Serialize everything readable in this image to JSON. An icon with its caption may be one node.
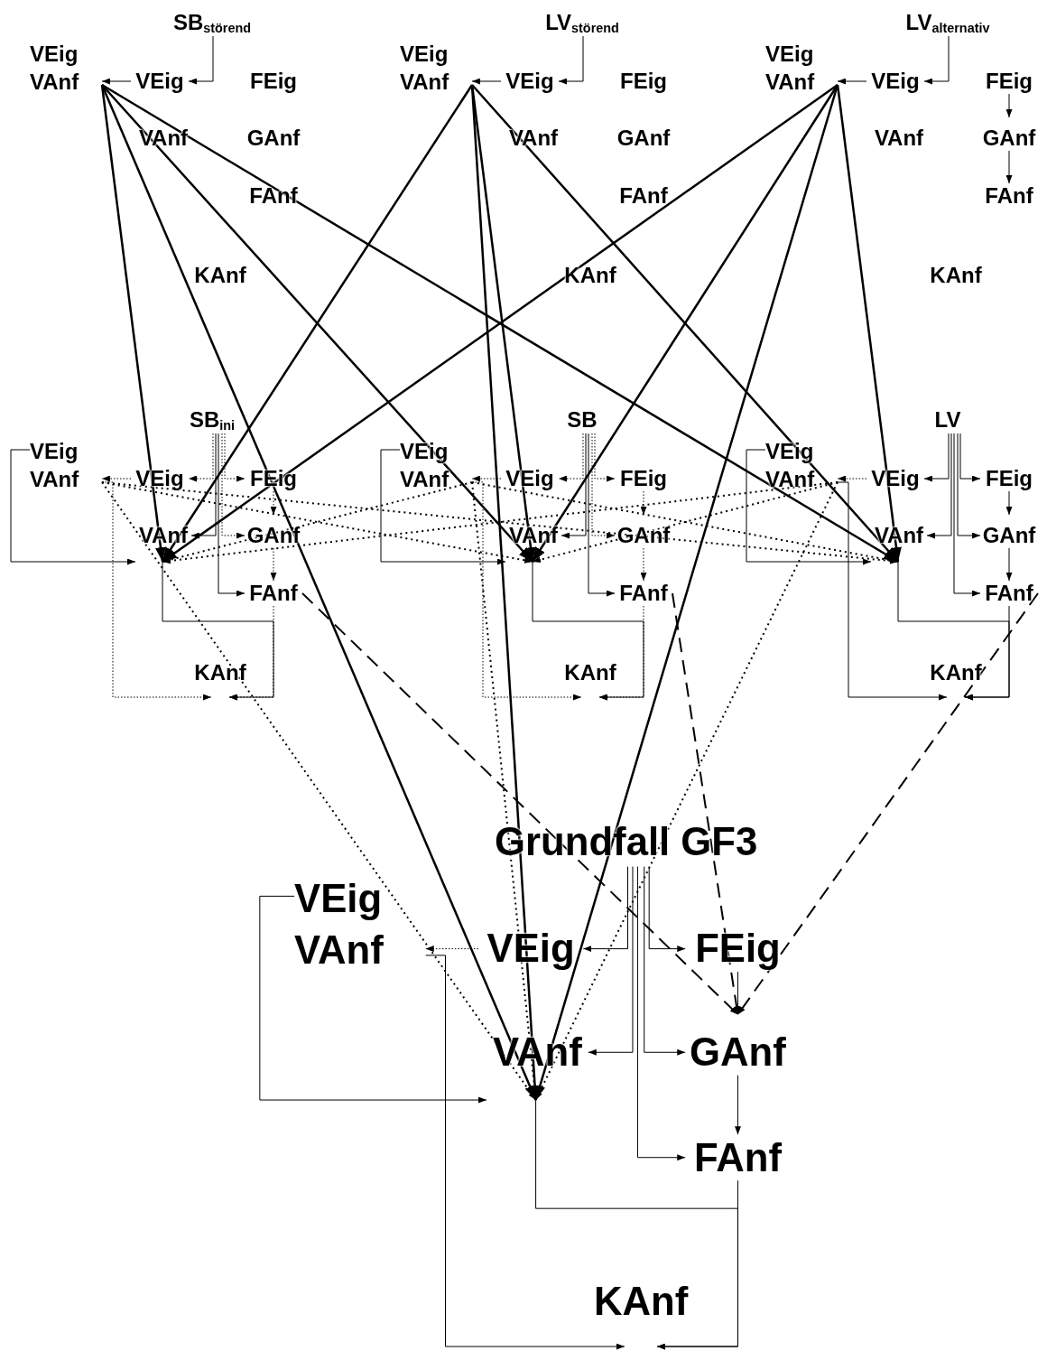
{
  "diagram": {
    "nodes": [
      {
        "text": [
          "SB$_{störend}$"
        ]
      },
      {
        "text": [
          "VEig VAnf"
        ]
      },
      {
        "text": [
          "VEig"
        ]
      },
      {
        "text": [
          "FEig"
        ]
      },
      {
        "text": [
          "VAnf"
        ]
      },
      {
        "text": [
          "GAnf"
        ]
      },
      {
        "text": [
          "FAnf"
        ]
      },
      {
        "text": [
          "KAnf"
        ]
      },
      {
        "text": [
          "LV$_{störend}$"
        ]
      },
      {
        "text": [
          "VEig VAnf"
        ]
      },
      {
        "text": [
          "VEig"
        ]
      },
      {
        "text": [
          "FEig"
        ]
      },
      {
        "text": [
          "VAnf"
        ]
      },
      {
        "text": [
          "GAnf"
        ]
      },
      {
        "text": [
          "FAnf"
        ]
      },
      {
        "text": [
          "KAnf"
        ]
      },
      {
        "text": [
          "LV$_{alternativ}$"
        ]
      },
      {
        "text": [
          "VEig VAnf"
        ]
      },
      {
        "text": [
          "VEig"
        ]
      },
      {
        "text": [
          "FEig"
        ]
      },
      {
        "text": [
          "VAnf"
        ]
      },
      {
        "text": [
          "GAnf"
        ]
      },
      {
        "text": [
          "FAnf"
        ]
      },
      {
        "text": [
          "KAnf"
        ]
      },
      {
        "text": [
          "SB$_{ini}$"
        ]
      },
      {
        "text": [
          "VEig VAnf"
        ]
      },
      {
        "text": [
          "VEig"
        ]
      },
      {
        "text": [
          "FEig"
        ]
      },
      {
        "text": [
          "VAnf"
        ]
      },
      {
        "text": [
          "GAnf"
        ]
      },
      {
        "text": [
          "FAnf"
        ]
      },
      {
        "text": [
          "KAnf"
        ]
      },
      {
        "text": [
          "SB"
        ]
      },
      {
        "text": [
          "VEig VAnf"
        ]
      },
      {
        "text": [
          "VEig"
        ]
      },
      {
        "text": [
          "FEig"
        ]
      },
      {
        "text": [
          "VAnf"
        ]
      },
      {
        "text": [
          "GAnf"
        ]
      },
      {
        "text": [
          "FAnf"
        ]
      },
      {
        "text": [
          "KAnf"
        ]
      },
      {
        "text": [
          "LV"
        ]
      },
      {
        "text": [
          "VEig VAnf"
        ]
      },
      {
        "text": [
          "VEig"
        ]
      },
      {
        "text": [
          "FEig"
        ]
      },
      {
        "text": [
          "VAnf"
        ]
      },
      {
        "text": [
          "GAnf"
        ]
      },
      {
        "text": [
          "FAnf"
        ]
      },
      {
        "text": [
          "KAnf"
        ]
      },
      {
        "text": [
          "Grundfall GF3"
        ]
      },
      {
        "text": [
          "VEig VAnf"
        ]
      },
      {
        "text": [
          "VEig"
        ]
      },
      {
        "text": [
          "FEig"
        ]
      },
      {
        "text": [
          "VAnf"
        ]
      },
      {
        "text": [
          "GAnf"
        ]
      },
      {
        "text": [
          "FAnf"
        ]
      },
      {
        "text": [
          "KAnf"
        ]
      }
    ],
    "edges": [
      {
        "from": 0,
        "to": 2,
        "arrow": "to"
      },
      {
        "from": 2,
        "to": 1,
        "arrow": "to"
      },
      {
        "from": 8,
        "to": 10,
        "arrow": "to"
      },
      {
        "from": 10,
        "to": 9,
        "arrow": "to"
      },
      {
        "from": 16,
        "to": 18,
        "arrow": "to"
      },
      {
        "from": 18,
        "to": 17,
        "arrow": "to"
      },
      {
        "from": 19,
        "to": 21,
        "arrow": "to"
      },
      {
        "from": 21,
        "to": 22,
        "arrow": "to"
      },
      {
        "from": 24,
        "to": 26,
        "arrow": "to",
        "style": "dashed"
      },
      {
        "from": 24,
        "to": 27,
        "arrow": "to",
        "style": "dashed"
      },
      {
        "from": 24,
        "to": 28,
        "arrow": "to"
      },
      {
        "from": 24,
        "to": 29,
        "arrow": "to",
        "style": "dashed"
      },
      {
        "from": 24,
        "to": 30,
        "arrow": "to"
      },
      {
        "from": 26,
        "to": 25,
        "arrow": "to",
        "style": "dashed"
      },
      {
        "from": 25,
        "to": 28,
        "arrow": "to"
      },
      {
        "from": 25,
        "to": 31,
        "arrow": "to",
        "style": "dashed"
      },
      {
        "from": 30,
        "to": 31,
        "arrow": "to",
        "style": "dashed"
      },
      {
        "from": 28,
        "to": 31,
        "arrow": "to"
      },
      {
        "from": 27,
        "to": 29,
        "arrow": "to",
        "style": "dashed"
      },
      {
        "from": 29,
        "to": 30,
        "arrow": "to",
        "style": "dashed"
      },
      {
        "from": 32,
        "to": 34,
        "arrow": "to",
        "style": "dashed"
      },
      {
        "from": 32,
        "to": 35,
        "arrow": "to",
        "style": "dashed"
      },
      {
        "from": 32,
        "to": 36,
        "arrow": "to"
      },
      {
        "from": 32,
        "to": 37,
        "arrow": "to",
        "style": "dashed"
      },
      {
        "from": 32,
        "to": 38,
        "arrow": "to"
      },
      {
        "from": 34,
        "to": 33,
        "arrow": "to",
        "style": "dashed"
      },
      {
        "from": 33,
        "to": 36,
        "arrow": "to"
      },
      {
        "from": 33,
        "to": 39,
        "arrow": "to",
        "style": "dashed"
      },
      {
        "from": 38,
        "to": 39,
        "arrow": "to",
        "style": "dashed"
      },
      {
        "from": 36,
        "to": 39,
        "arrow": "to"
      },
      {
        "from": 35,
        "to": 37,
        "arrow": "to",
        "style": "dashed"
      },
      {
        "from": 37,
        "to": 38,
        "arrow": "to",
        "style": "dashed"
      },
      {
        "from": 40,
        "to": 42,
        "arrow": "to"
      },
      {
        "from": 40,
        "to": 43,
        "arrow": "to"
      },
      {
        "from": 40,
        "to": 44,
        "arrow": "to"
      },
      {
        "from": 40,
        "to": 45,
        "arrow": "to"
      },
      {
        "from": 40,
        "to": 46,
        "arrow": "to"
      },
      {
        "from": 42,
        "to": 41,
        "arrow": "to",
        "style": "dashed"
      },
      {
        "from": 41,
        "to": 44,
        "arrow": "to"
      },
      {
        "from": 41,
        "to": 47,
        "arrow": "to"
      },
      {
        "from": 46,
        "to": 47,
        "arrow": "to"
      },
      {
        "from": 44,
        "to": 47,
        "arrow": "to"
      },
      {
        "from": 43,
        "to": 45,
        "arrow": "to"
      },
      {
        "from": 45,
        "to": 46,
        "arrow": "to"
      },
      {
        "from": 48,
        "to": 50,
        "arrow": "to"
      },
      {
        "from": 48,
        "to": 51,
        "arrow": "to"
      },
      {
        "from": 48,
        "to": 52,
        "arrow": "to"
      },
      {
        "from": 48,
        "to": 53,
        "arrow": "to"
      },
      {
        "from": 48,
        "to": 54,
        "arrow": "to"
      },
      {
        "from": 50,
        "to": 49,
        "arrow": "to",
        "style": "dashed"
      },
      {
        "from": 49,
        "to": 52,
        "arrow": "to"
      },
      {
        "from": 49,
        "to": 55,
        "arrow": "to"
      },
      {
        "from": 54,
        "to": 55,
        "arrow": "to"
      },
      {
        "from": 52,
        "to": 55,
        "arrow": "to"
      },
      {
        "from": 51,
        "to": 53,
        "arrow": "to"
      },
      {
        "from": 53,
        "to": 54,
        "arrow": "to"
      },
      {
        "from": 1,
        "to": 28,
        "arrow": "to"
      },
      {
        "from": 1,
        "to": 52,
        "arrow": "to"
      },
      {
        "from": 1,
        "to": 36,
        "arrow": "to"
      },
      {
        "from": 1,
        "to": 44,
        "arrow": "to"
      },
      {
        "from": 9,
        "to": 28,
        "arrow": "to"
      },
      {
        "from": 9,
        "to": 36,
        "arrow": "to"
      },
      {
        "from": 9,
        "to": 52,
        "arrow": "to"
      },
      {
        "from": 9,
        "to": 44,
        "arrow": "to"
      },
      {
        "from": 17,
        "to": 28,
        "arrow": "to"
      },
      {
        "from": 17,
        "to": 36,
        "arrow": "to"
      },
      {
        "from": 17,
        "to": 52,
        "arrow": "to"
      },
      {
        "from": 17,
        "to": 44,
        "arrow": "to"
      },
      {
        "from": 25,
        "to": 36,
        "arrow": "to",
        "style": "dashed"
      },
      {
        "from": 25,
        "to": 44,
        "arrow": "to",
        "style": "dashed"
      },
      {
        "from": 25,
        "to": 52,
        "arrow": "to",
        "style": "dashed"
      },
      {
        "from": 33,
        "to": 28,
        "arrow": "to",
        "style": "dashed"
      },
      {
        "from": 33,
        "to": 44,
        "arrow": "to",
        "style": "dashed"
      },
      {
        "from": 33,
        "to": 52,
        "arrow": "to",
        "style": "dashed"
      },
      {
        "from": 41,
        "to": 28,
        "arrow": "to",
        "style": "dashed"
      },
      {
        "from": 41,
        "to": 36,
        "arrow": "to",
        "style": "dashed"
      },
      {
        "from": 41,
        "to": 52,
        "arrow": "to",
        "style": "dashed"
      },
      {
        "from": 30,
        "to": 53,
        "arrow": "to",
        "style": "dashed"
      },
      {
        "from": 38,
        "to": 53,
        "arrow": "to",
        "style": "dashed"
      },
      {
        "from": 46,
        "to": 53,
        "arrow": "to",
        "style": "dashed"
      }
    ]
  }
}
